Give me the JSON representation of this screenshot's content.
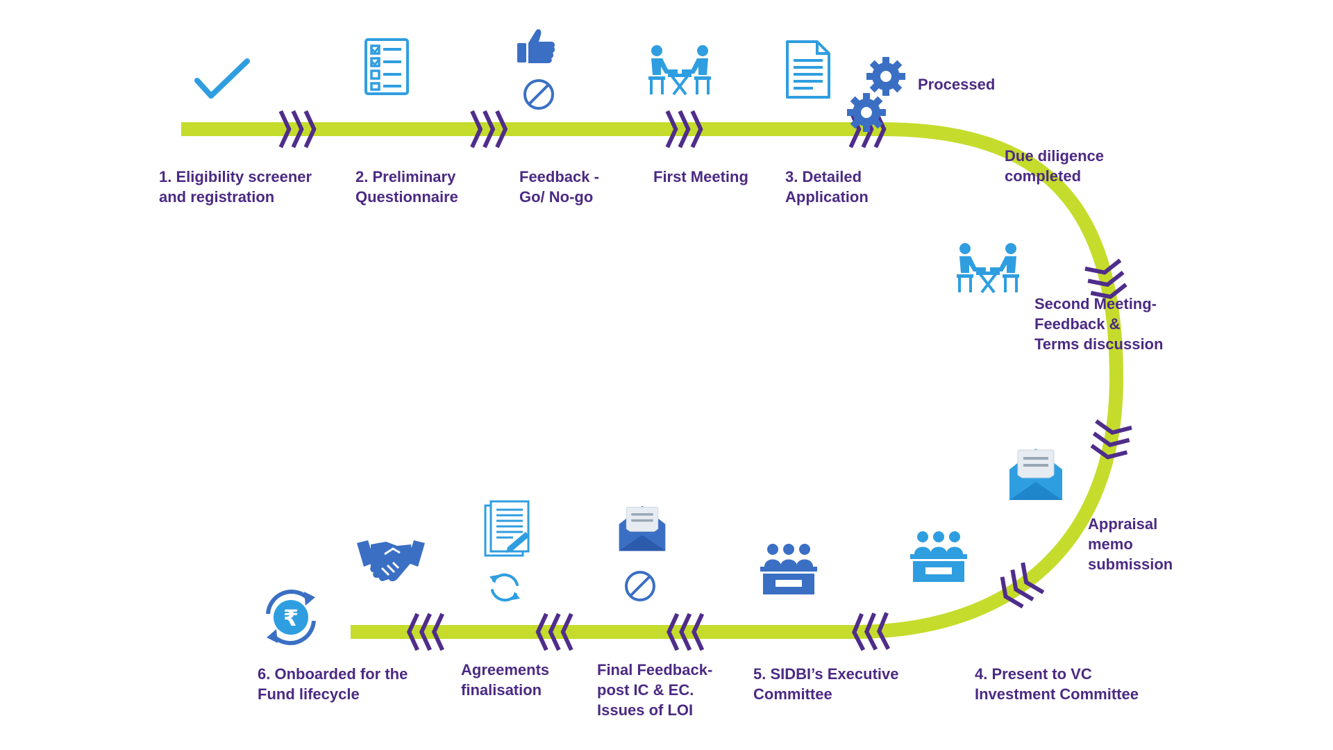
{
  "colors": {
    "track": "#c5dc2c",
    "chevron": "#4f2d8a",
    "label": "#4b2a83",
    "icon_light": "#2f9ee0",
    "icon_dark": "#3a6fc4"
  },
  "steps": [
    {
      "id": "eligibility",
      "icon": "checkmark-icon",
      "lines": [
        "1.  Eligibility screener",
        "and registration"
      ]
    },
    {
      "id": "preliminary",
      "icon": "checklist-icon",
      "lines": [
        "2.  Preliminary",
        "Questionnaire"
      ]
    },
    {
      "id": "feedback-go",
      "icon": "thumbs-up-icon",
      "icon2": "no-go-icon",
      "lines": [
        "Feedback -",
        "Go/ No-go"
      ]
    },
    {
      "id": "first-meeting",
      "icon": "meeting-icon",
      "lines": [
        "First Meeting"
      ]
    },
    {
      "id": "detailed-app",
      "icon": "document-icon",
      "lines": [
        "3.  Detailed",
        "Application"
      ]
    },
    {
      "id": "processed",
      "icon": "gears-icon",
      "lines": [
        "Processed"
      ]
    },
    {
      "id": "due-diligence",
      "lines": [
        "Due diligence",
        "completed"
      ]
    },
    {
      "id": "second-meeting",
      "icon": "meeting-icon",
      "lines": [
        "Second Meeting-",
        "Feedback &",
        "Terms discussion"
      ]
    },
    {
      "id": "appraisal",
      "icon": "open-mail-icon",
      "lines": [
        "Appraisal",
        "memo",
        "submission"
      ]
    },
    {
      "id": "present-vc",
      "icon": "committee-icon",
      "lines": [
        "4.  Present to VC",
        "Investment Committee"
      ]
    },
    {
      "id": "sidbi-ec",
      "icon": "committee-icon",
      "lines": [
        "5.  SIDBI’s Executive",
        "Committee"
      ]
    },
    {
      "id": "final-feedback",
      "icon": "open-mail-icon",
      "icon2": "no-go-icon",
      "lines": [
        "Final Feedback-",
        "post IC & EC.",
        "Issues of LOI"
      ]
    },
    {
      "id": "agreements",
      "icon": "agreement-doc-icon",
      "icon2": "refresh-icon",
      "lines": [
        "Agreements",
        "finalisation"
      ]
    },
    {
      "id": "handshake",
      "icon": "handshake-icon",
      "lines": []
    },
    {
      "id": "onboarded",
      "icon": "rupee-cycle-icon",
      "lines": [
        "6.  Onboarded for the",
        "Fund lifecycle"
      ]
    }
  ]
}
